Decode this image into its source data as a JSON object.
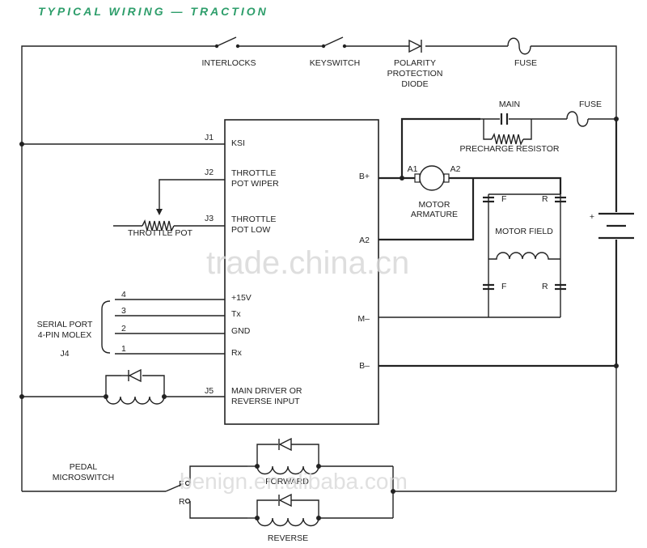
{
  "title": "TYPICAL WIRING — TRACTION",
  "top_components": {
    "interlocks": "INTERLOCKS",
    "keyswitch": "KEYSWITCH",
    "diode_l1": "POLARITY",
    "diode_l2": "PROTECTION",
    "diode_l3": "DIODE",
    "fuse": "FUSE"
  },
  "connectors": {
    "j1": "J1",
    "j2": "J2",
    "j3": "J3",
    "j4": "J4",
    "j5": "J5"
  },
  "controller": {
    "ksi": "KSI",
    "throttle_wiper_l1": "THROTTLE",
    "throttle_wiper_l2": "POT WIPER",
    "throttle_low_l1": "THROTTLE",
    "throttle_low_l2": "POT LOW",
    "plus15v": "+15V",
    "tx": "Tx",
    "gnd": "GND",
    "rx": "Rx",
    "main_driver_l1": "MAIN DRIVER OR",
    "main_driver_l2": "REVERSE INPUT",
    "b_plus": "B+",
    "a2": "A2",
    "m_minus": "M–",
    "b_minus": "B–"
  },
  "serial": {
    "l1": "SERIAL PORT",
    "l2": "4-PIN MOLEX",
    "pin4": "4",
    "pin3": "3",
    "pin2": "2",
    "pin1": "1"
  },
  "throttle_pot": "THROTTLE POT",
  "main_contactor": "MAIN",
  "fuse_right": "FUSE",
  "precharge": "PRECHARGE RESISTOR",
  "motor": {
    "a1": "A1",
    "a2": "A2",
    "l1": "MOTOR",
    "l2": "ARMATURE"
  },
  "field": {
    "label": "MOTOR FIELD",
    "f_top": "F",
    "r_top": "R",
    "f_bot": "F",
    "r_bot": "R"
  },
  "battery_plus": "+",
  "pedal": {
    "l1": "PEDAL",
    "l2": "MICROSWITCH",
    "f": "F",
    "r": "R"
  },
  "forward": "FORWARD",
  "reverse": "REVERSE",
  "watermarks": {
    "w1": "trade.china.cn",
    "w2": "benign.en.alibaba.com"
  }
}
